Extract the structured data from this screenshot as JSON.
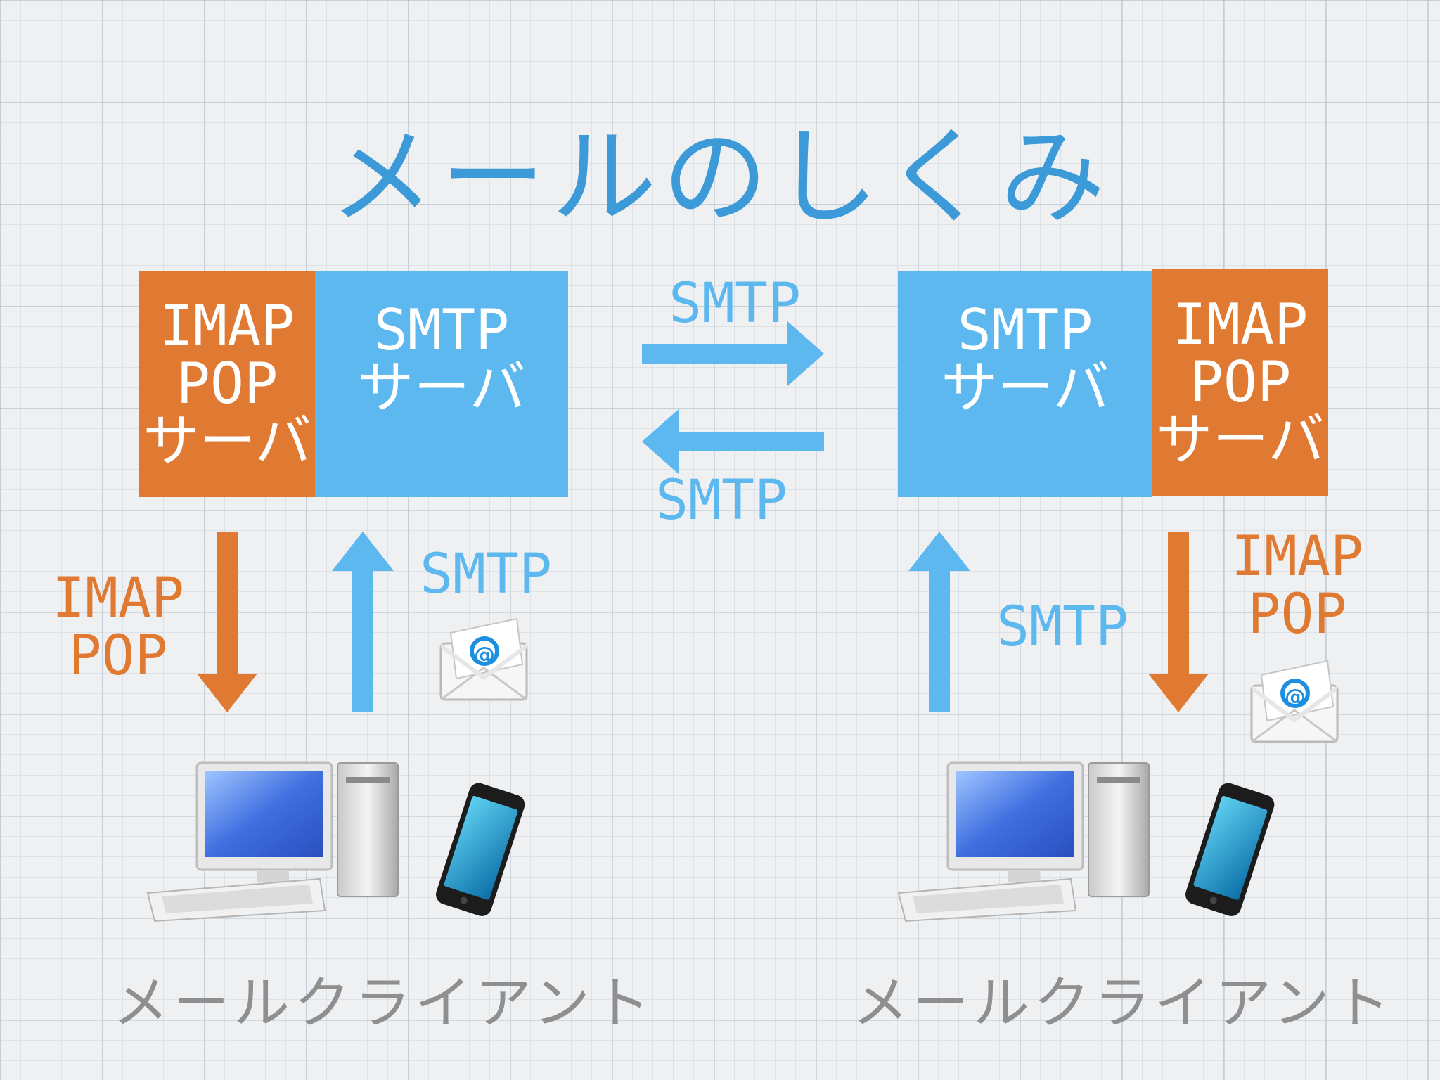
{
  "title": "メールのしくみ",
  "left_server": {
    "imap_pop": [
      "IMAP",
      "POP",
      "サーバ"
    ],
    "smtp": [
      "SMTP",
      "サーバ"
    ]
  },
  "right_server": {
    "imap_pop": [
      "IMAP",
      "POP",
      "サーバ"
    ],
    "smtp": [
      "SMTP",
      "サーバ"
    ]
  },
  "labels": {
    "smtp_to_right": "SMTP",
    "smtp_to_left": "SMTP",
    "left_up_smtp": "SMTP",
    "left_down_imap": [
      "IMAP",
      "POP"
    ],
    "right_up_smtp": "SMTP",
    "right_down_imap": [
      "IMAP",
      "POP"
    ],
    "envelope_symbol": "@"
  },
  "clients": {
    "left": "メールクライアント",
    "right": "メールクライアント"
  },
  "colors": {
    "blue": "#5db8ef",
    "orange": "#e07a33",
    "title": "#3b9ad7"
  }
}
